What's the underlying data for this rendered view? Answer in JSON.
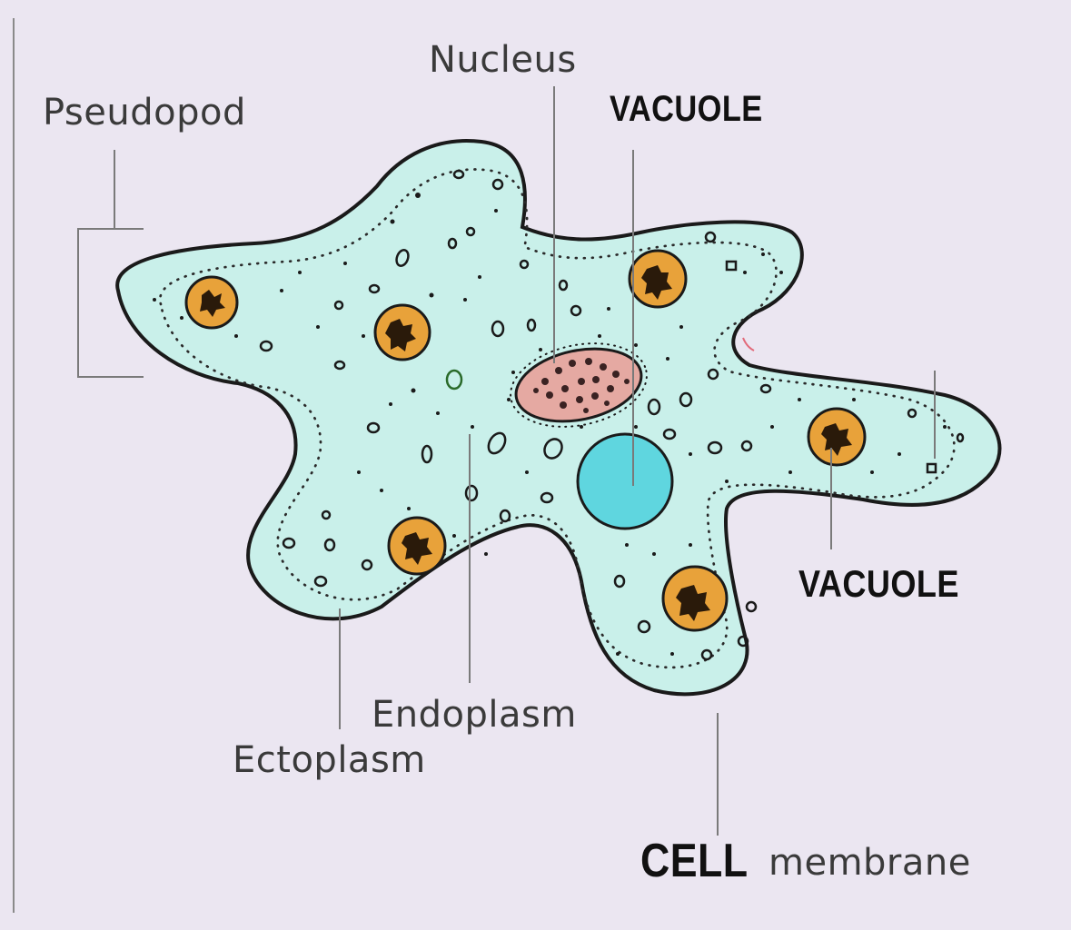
{
  "labels": {
    "pseudopod": "Pseudopod",
    "nucleus": "Nucleus",
    "vacuole_top": "VACUOLE",
    "vacuole_right": "VACUOLE",
    "endoplasm": "Endoplasm",
    "ectoplasm": "Ectoplasm",
    "cell": "CELL",
    "membrane": "membrane"
  },
  "colors": {
    "background": "#ebe6f1",
    "cytoplasm": "#c9f0ea",
    "membrane_outline": "#1a1a1a",
    "food_vacuole_fill": "#e8a23a",
    "contractile_vacuole": "#5fd6df",
    "nucleus_fill": "#e5a9a2",
    "leader_line": "#7a7a7a"
  },
  "icons": {
    "food_vacuole": "food-vacuole-icon",
    "granule": "granule-icon"
  }
}
